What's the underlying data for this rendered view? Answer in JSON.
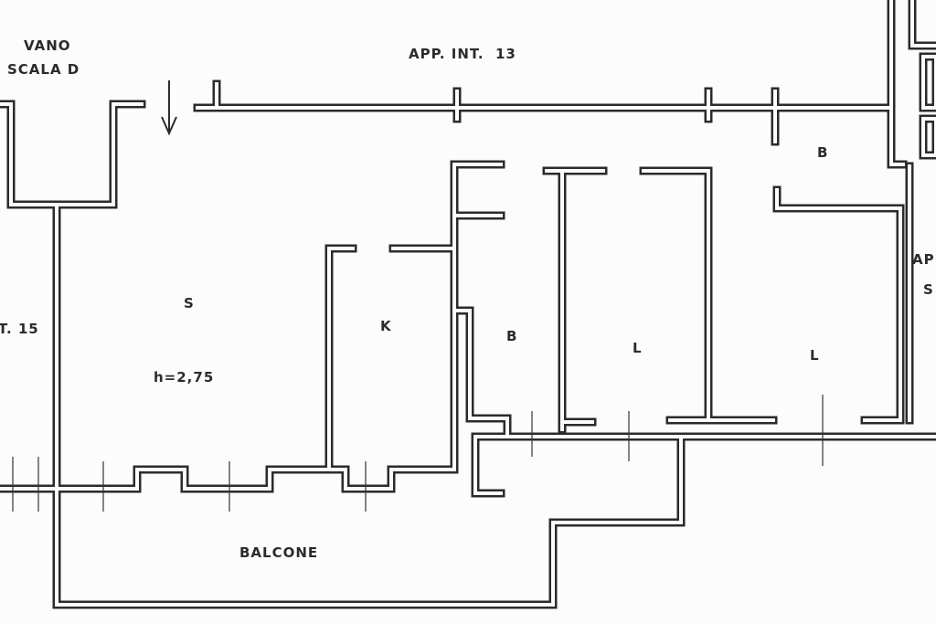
{
  "labels": {
    "vano": "VANO",
    "scala": "SCALA D",
    "app13": "APP. INT.  13",
    "int15": "T. 15",
    "soggiorno": "S",
    "height": "h=2,75",
    "cucina": "K",
    "bagno1": "B",
    "letto1": "L",
    "letto2": "L",
    "bagno2": "B",
    "balcone": "BALCONE",
    "app_right": "AP",
    "s_right": "S"
  },
  "colors": {
    "ink": "#2b2b2b",
    "paper": "#fcfcfc"
  }
}
